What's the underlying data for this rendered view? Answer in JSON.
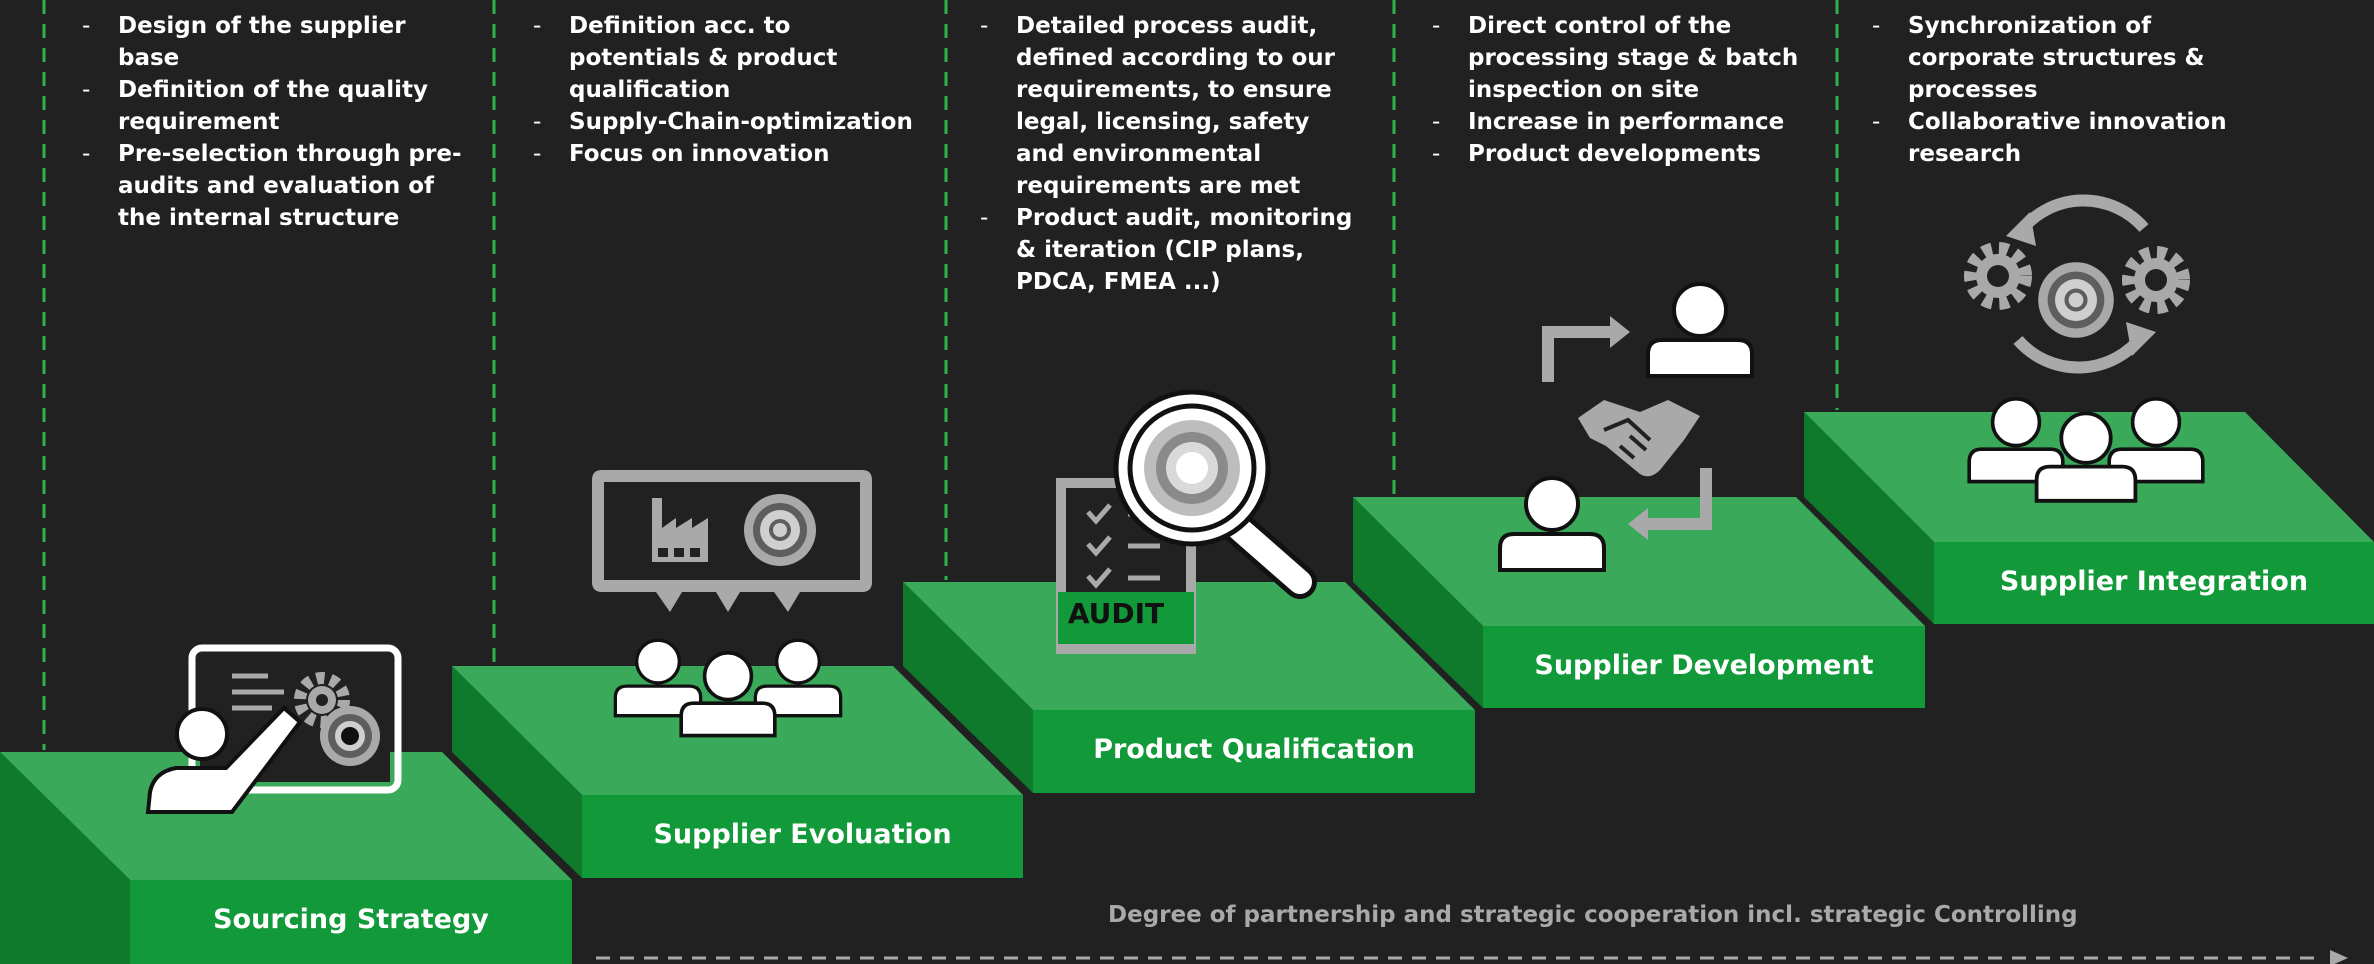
{
  "colors": {
    "background": "#212121",
    "step_top": "#3aaa5a",
    "step_side": "#0f7a2c",
    "step_front": "#12993a",
    "divider": "#2bb34a",
    "icon_white": "#ffffff",
    "icon_grey": "#a9a9a9",
    "footer_text": "#a9a9a9"
  },
  "stages": [
    {
      "label": "Sourcing Strategy",
      "icon": "presentation-board-icon",
      "bullets": [
        "Design of the supplier base",
        "Definition of the quality requirement",
        "Pre-selection through pre-audits and evaluation of the internal structure"
      ]
    },
    {
      "label": "Supplier Evoluation",
      "icon": "factory-speech-bubble-icon",
      "bullets": [
        "Definition acc. to potentials & product qualification",
        "Supply-Chain-optimization",
        "Focus on innovation"
      ]
    },
    {
      "label": "Product Qualification",
      "icon": "audit-magnifier-icon",
      "audit_text": "AUDIT",
      "bullets": [
        "Detailed process audit, defined according to our requirements, to ensure legal, licensing, safety and environmental requirements are met",
        "Product audit, monitoring & iteration (CIP plans, PDCA, FMEA ...)"
      ]
    },
    {
      "label": "Supplier Development",
      "icon": "handshake-exchange-icon",
      "bullets": [
        "Direct control of the processing stage & batch inspection on site",
        "Increase in performance",
        "Product developments"
      ]
    },
    {
      "label": "Supplier Integration",
      "icon": "team-gears-cycle-icon",
      "bullets": [
        "Synchronization of corporate structures & processes",
        "Collaborative innovation research"
      ]
    }
  ],
  "footer": {
    "text": "Degree of partnership and strategic cooperation incl. strategic Controlling"
  }
}
